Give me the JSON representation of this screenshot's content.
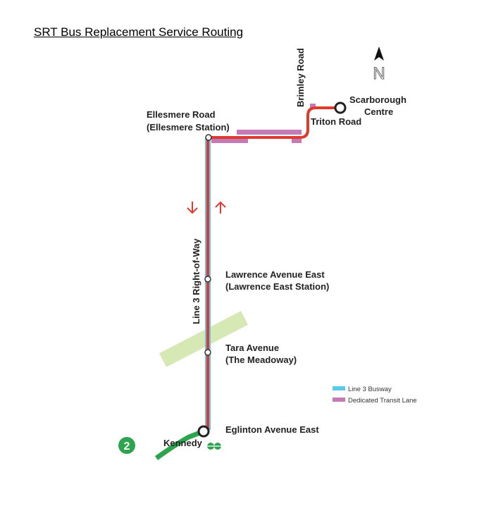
{
  "title": "SRT Bus Replacement Service Routing",
  "north_label": "N",
  "streets": {
    "brimley": "Brimley Road",
    "row": "Line 3 Right-of-Way"
  },
  "stations": {
    "ellesmere_1": "Ellesmere Road",
    "ellesmere_2": "(Ellesmere Station)",
    "scarborough_1": "Scarborough",
    "scarborough_2": "Centre",
    "triton": "Triton Road",
    "lawrence_1": "Lawrence Avenue East",
    "lawrence_2": "(Lawrence East Station)",
    "tara_1": "Tara Avenue",
    "tara_2": "(The Meadoway)",
    "eglinton": "Eglinton Avenue East",
    "kennedy": "Kennedy"
  },
  "line2_badge": "2",
  "legend": [
    {
      "label": "Line 3 Busway",
      "color": "#5bc8ec"
    },
    {
      "label": "Dedicated Transit Lane",
      "color": "#c47bb5"
    }
  ],
  "colors": {
    "route": "#e03a2f",
    "busway": "#5bc8ec",
    "transit_lane": "#c47bb5",
    "line2": "#2ea44f",
    "meadoway": "#d6e8b4"
  }
}
